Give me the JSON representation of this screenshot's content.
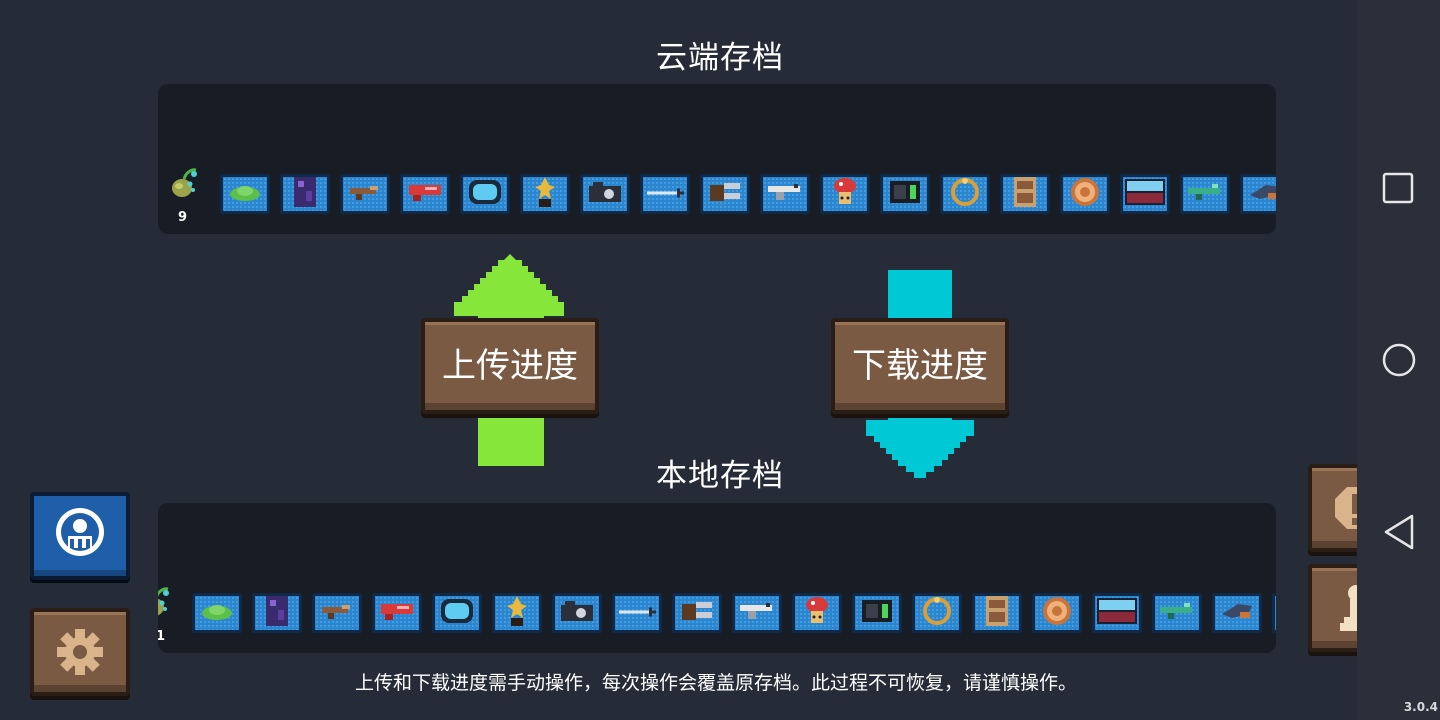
{
  "cloud": {
    "title": "云端存档",
    "seed_count": "9"
  },
  "local": {
    "title": "本地存档",
    "seed_count": "1"
  },
  "items": [
    "green-helmet-icon",
    "purple-armor-icon",
    "brown-gun-icon",
    "red-blaster-icon",
    "blue-portal-icon",
    "gold-statue-icon",
    "camera-icon",
    "sword-icon",
    "gauntlet-icon",
    "revolver-icon",
    "red-mushroom-icon",
    "battery-icon",
    "gold-ring-icon",
    "wooden-cabinet-icon",
    "copper-shield-icon",
    "water-tank-icon",
    "green-rifle-icon",
    "dark-launcher-icon",
    "partial-item-icon"
  ],
  "actions": {
    "upload_label": "上传进度",
    "download_label": "下载进度"
  },
  "footer": {
    "notice": "上传和下载进度需手动操作，每次操作会覆盖原存档。此过程不可恢复，请谨慎操作。"
  },
  "version": "3.0.4",
  "colors": {
    "upload_arrow": "#86e63a",
    "download_arrow": "#00c8d4",
    "slot_blue": "#2c86cf",
    "wood": "#7a5a43"
  },
  "side_buttons": {
    "left": [
      "club-badge-icon",
      "settings-gear-icon"
    ],
    "right": [
      "exclamation-icon",
      "chess-pawn-icon"
    ]
  },
  "system_nav": [
    "recents-square-icon",
    "home-circle-icon",
    "back-triangle-icon"
  ]
}
